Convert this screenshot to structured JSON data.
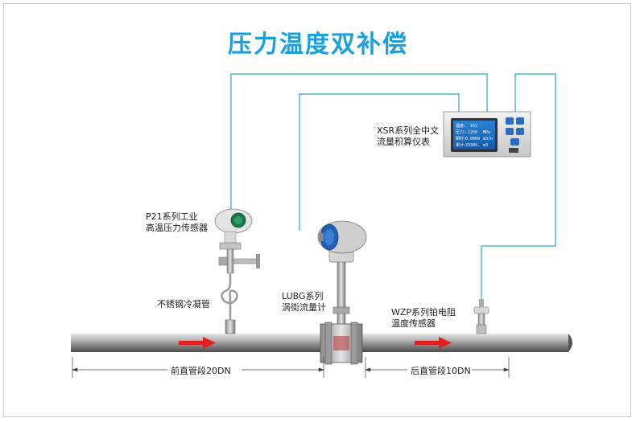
{
  "title": "压力温度双补偿",
  "labels": {
    "xsr_line1": "XSR系列全中文",
    "xsr_line2": "流量积算仪表",
    "p21_line1": "P21系列工业",
    "p21_line2": "高温压力传感器",
    "tube": "不锈钢冷凝管",
    "lubg_line1": "LUBG系列",
    "lubg_line2": "涡街流量计",
    "wzp_line1": "WZP系列铂电阻",
    "wzp_line2": "温度传感器"
  },
  "dimensions": {
    "front": "前直管段20DN",
    "rear": "后直管段10DN"
  },
  "display": {
    "row1_label": "温度:",
    "row1_value": "161",
    "row2_label": "压力:",
    "row2_value": "-1250",
    "row2_unit": "MPa",
    "row3_label": "瞬时:",
    "row3_value": "0.0000",
    "row3_unit": "m3/h",
    "row4_label": "累计:",
    "row4_value": "33389.",
    "row4_unit": "m3"
  },
  "colors": {
    "title": "#1aa0dc",
    "wire": "#2aa7c9",
    "flow_arrow": "#e02020",
    "pipe": "#8e8e8e",
    "panel": "#1f6fc0"
  },
  "icons": [
    "flow-arrow",
    "display-panel",
    "keypad-buttons"
  ]
}
